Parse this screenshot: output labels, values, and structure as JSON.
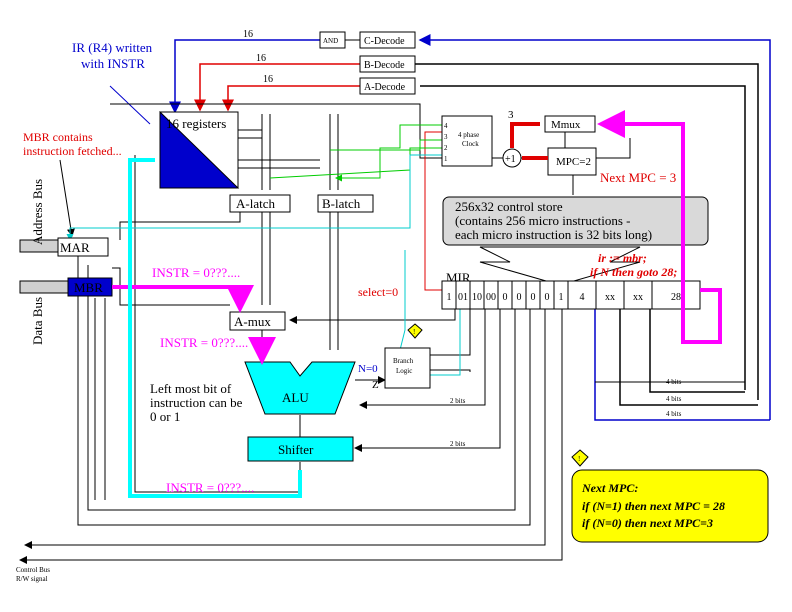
{
  "annotations": {
    "ir_written": [
      "IR (R4) written",
      "with INSTR"
    ],
    "mbr_contains": [
      "MBR contains",
      "instruction fetched..."
    ],
    "next_mpc": "Next MPC = 3",
    "ir_mbr": "ir := mbr;",
    "if_n": "if N then goto 28;",
    "select": "select=0",
    "instr_mbr": "INSTR = 0???....",
    "instr_amux": "INSTR = 0???....",
    "instr_shifter": "INSTR = 0???....",
    "leftmost": [
      "Left most bit of",
      "instruction can be",
      "0 or 1"
    ],
    "n0": "N=0",
    "z": "Z",
    "control_bus": [
      "Control Bus",
      "R/W signal"
    ]
  },
  "blocks": {
    "registers": "16 registers",
    "a_latch": "A-latch",
    "b_latch": "B-latch",
    "mar": "MAR",
    "mbr": "MBR",
    "amux": "A-mux",
    "alu": "ALU",
    "shifter": "Shifter",
    "branch_logic": [
      "Branch",
      "Logic"
    ],
    "mmux": "Mmux",
    "mpc": "MPC=2",
    "plus_one": "+1",
    "clock": [
      "4 phase",
      "Clock"
    ],
    "clock_phases": [
      "4",
      "3",
      "2",
      "1"
    ],
    "and_gate": "AND",
    "c_decode": "C-Decode",
    "b_decode": "B-Decode",
    "a_decode": "A-Decode",
    "control_store": [
      "256x32 control store",
      "(contains 256 micro instructions -",
      "each micro instruction is 32 bits long)"
    ],
    "mir": "MIR",
    "mir_fields": [
      "1",
      "01",
      "10",
      "00",
      "0",
      "0",
      "0",
      "0",
      "1",
      "4",
      "xx",
      "xx",
      "28"
    ]
  },
  "side_labels": {
    "address_bus": "Address Bus",
    "data_bus": "Data Bus"
  },
  "wire_labels": {
    "bus16_c": "16",
    "bus16_b": "16",
    "bus16_a": "16",
    "mmux_3": "3",
    "bits4_a": "4 bits",
    "bits4_b": "4 bits",
    "bits4_c": "4 bits",
    "bits2_alu": "2 bits",
    "bits2_shifter": "2 bits"
  },
  "note_box": {
    "title": "Next MPC:",
    "line1": "if (N=1) then next MPC = 28",
    "line2": "if (N=0) then next MPC=3"
  },
  "warn_icon": "!",
  "colors": {
    "blue": "#0000cc",
    "red": "#e00000",
    "magenta": "#ff00ff",
    "cyan": "#00ffff",
    "green": "#00cc00",
    "regfill": "#0000cc",
    "store": "#d9d9d9",
    "note": "#ffff00"
  }
}
